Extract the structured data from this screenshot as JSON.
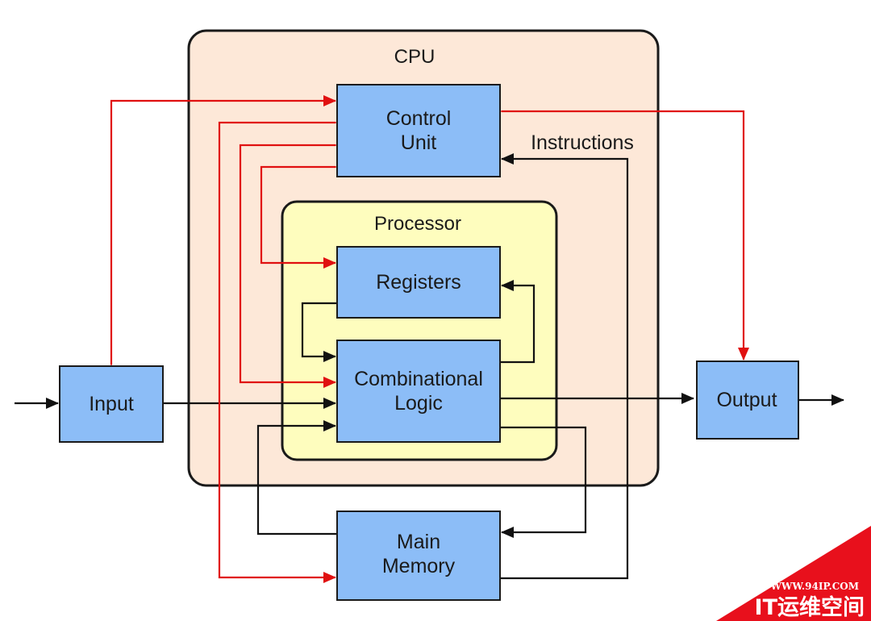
{
  "groups": {
    "cpu": {
      "label": "CPU"
    },
    "processor": {
      "label": "Processor"
    }
  },
  "blocks": {
    "control_unit": [
      "Control",
      "Unit"
    ],
    "registers": [
      "Registers"
    ],
    "combinational_logic": [
      "Combinational",
      "Logic"
    ],
    "input": [
      "Input"
    ],
    "output": [
      "Output"
    ],
    "main_memory": [
      "Main",
      "Memory"
    ]
  },
  "edge_labels": {
    "instructions": "Instructions"
  },
  "watermark": {
    "url": "WWW.94IP.COM",
    "name": "IT运维空间"
  },
  "colors": {
    "cpu_fill": "#fde8d8",
    "processor_fill": "#fefdbe",
    "block_fill": "#8cbdf7",
    "control_arrow": "#e01010",
    "data_arrow": "#111111",
    "watermark_red": "#e8101c"
  }
}
